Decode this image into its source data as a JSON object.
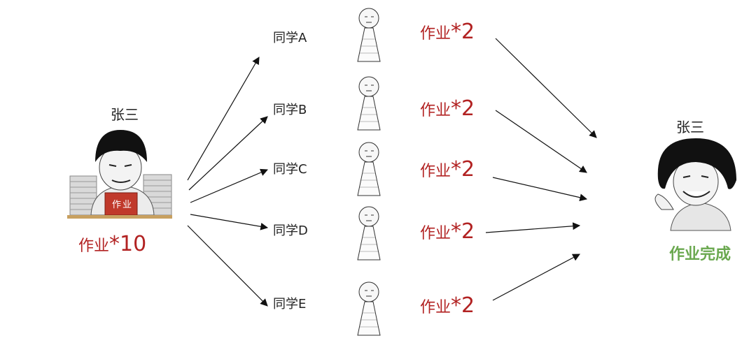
{
  "source": {
    "name": "张三",
    "homework_word": "作业",
    "homework_count": "*10",
    "book_text": "作业"
  },
  "students": [
    {
      "label": "同学A",
      "homework_word": "作业",
      "homework_count": "*2"
    },
    {
      "label": "同学B",
      "homework_word": "作业",
      "homework_count": "*2"
    },
    {
      "label": "同学C",
      "homework_word": "作业",
      "homework_count": "*2"
    },
    {
      "label": "同学D",
      "homework_word": "作业",
      "homework_count": "*2"
    },
    {
      "label": "同学E",
      "homework_word": "作业",
      "homework_count": "*2"
    }
  ],
  "target": {
    "name": "张三",
    "status": "作业完成"
  },
  "colors": {
    "accent_red": "#b22222",
    "done_green": "#6aa84f",
    "arrow": "#111111"
  }
}
